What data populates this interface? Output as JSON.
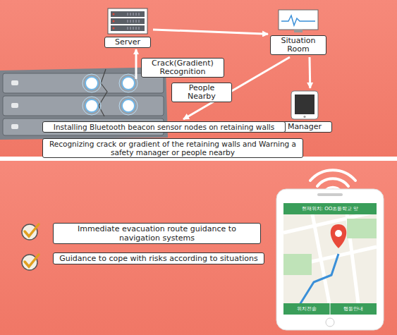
{
  "diagram": {
    "nodes": [
      {
        "text": [
          "Server"
        ]
      },
      {
        "text": [
          "Situation Room"
        ]
      },
      {
        "text": [
          "Manager"
        ]
      },
      {
        "text": [
          "Installing Bluetooth beacon sensor nodes on retaining walls"
        ]
      },
      {
        "text": [
          "Recognizing crack or gradient of the retaining walls and Warning a safety manager or people nearby"
        ]
      },
      {
        "text": [
          "Immediate evacuation route guidance to navigation systems"
        ]
      },
      {
        "text": [
          "Guidance to cope with risks according to situations"
        ]
      }
    ],
    "edges": [
      {
        "from": 0,
        "to": 1,
        "arrow": "to"
      },
      {
        "from": 1,
        "to": 2,
        "arrow": "to"
      },
      {
        "from": 1,
        "to": 3,
        "label": "People Nearby",
        "arrow": "to"
      }
    ],
    "labels": [
      "Crack(Gradient) Recognition",
      "현재위치: OO초등학교 앞",
      "위치전송",
      "행동안내"
    ]
  }
}
